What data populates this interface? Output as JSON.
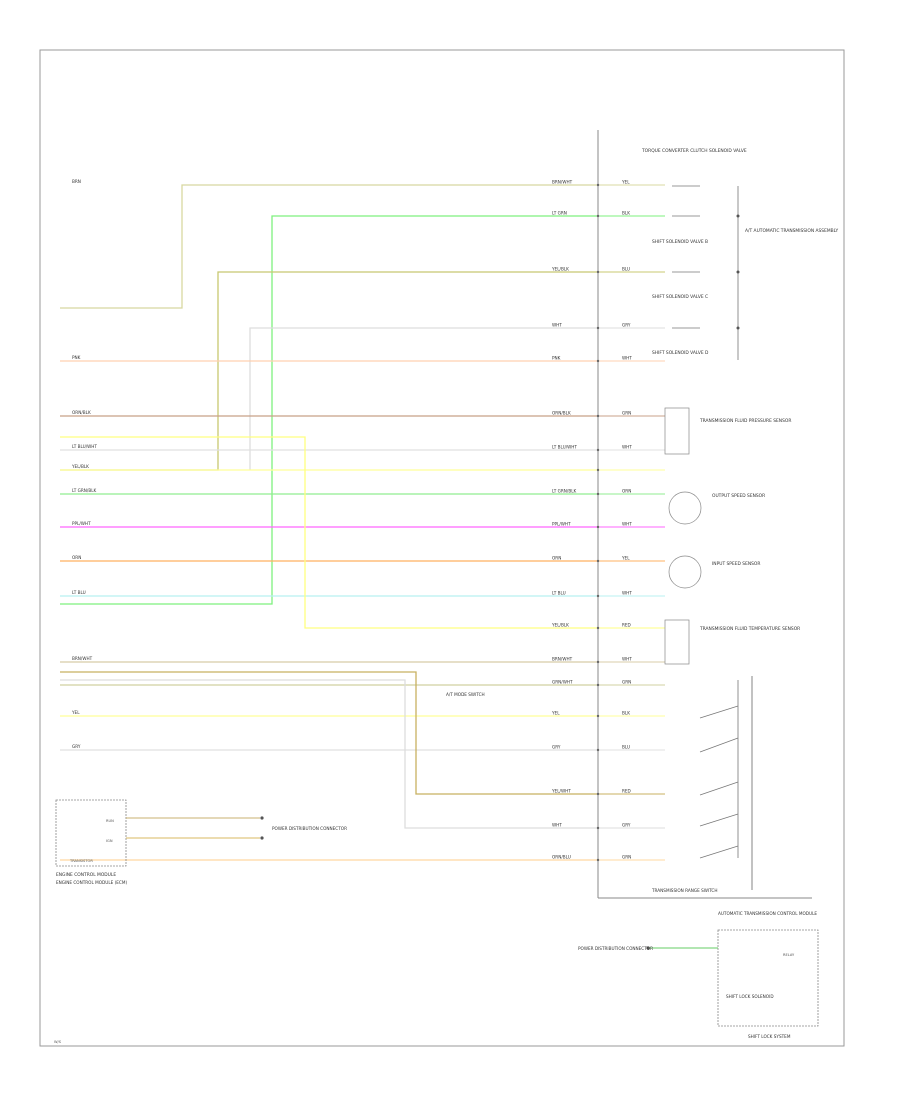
{
  "colors": {
    "frame": "#999999",
    "component": "#777777",
    "text": "#333333"
  },
  "wires": [
    {
      "color": "#d8d8a0",
      "left_label": "BRN",
      "right_label": "BRN/WHT",
      "far_label": "YEL"
    },
    {
      "color": "#7ef07e",
      "left_label": "",
      "right_label": "LT GRN",
      "far_label": "BLK"
    },
    {
      "color": "#c8c870",
      "left_label": "",
      "right_label": "YEL/BLK",
      "far_label": "BLU"
    },
    {
      "color": "#dddddd",
      "left_label": "",
      "right_label": "WHT",
      "far_label": "GRY"
    },
    {
      "color": "#ffd0b0",
      "left_label": "PNK",
      "right_label": "PNK",
      "far_label": "WHT"
    },
    {
      "color": "#c8a088",
      "left_label": "ORN/BLK",
      "right_label": "ORN/BLK",
      "far_label": "GRN"
    },
    {
      "color": "#e0e0e0",
      "left_label": "LT BLU/WHT",
      "right_label": "LT BLU/WHT",
      "far_label": "WHT"
    },
    {
      "color": "#ffff99",
      "left_label": "YEL/BLK",
      "right_label": "",
      "far_label": ""
    },
    {
      "color": "#90ee90",
      "left_label": "LT GRN/BLK",
      "right_label": "LT GRN/BLK",
      "far_label": "ORN"
    },
    {
      "color": "#ff66ff",
      "left_label": "PPL/WHT",
      "right_label": "PPL/WHT",
      "far_label": "WHT"
    },
    {
      "color": "#ffb060",
      "left_label": "ORN",
      "right_label": "ORN",
      "far_label": "YEL"
    },
    {
      "color": "#b8f0f0",
      "left_label": "LT BLU",
      "right_label": "LT BLU",
      "far_label": "WHT"
    },
    {
      "color": "#ffff80",
      "left_label": "",
      "right_label": "YEL/BLK",
      "far_label": "RED"
    },
    {
      "color": "#d8cca8",
      "left_label": "BRN/WHT",
      "right_label": "BRN/WHT",
      "far_label": "WHT"
    },
    {
      "color": "#d0d0a0",
      "left_label": "",
      "right_label": "GRN/WHT",
      "far_label": "GRN"
    },
    {
      "color": "#ffff99",
      "left_label": "YEL",
      "right_label": "YEL",
      "far_label": "BLK"
    },
    {
      "color": "#e0e0e0",
      "left_label": "GRY",
      "right_label": "GRY",
      "far_label": "BLU"
    },
    {
      "color": "#c8b060",
      "left_label": "",
      "right_label": "YEL/WHT",
      "far_label": "RED"
    },
    {
      "color": "#dddddd",
      "left_label": "",
      "right_label": "WHT",
      "far_label": "GRY"
    },
    {
      "color": "#ffd8a0",
      "left_label": "",
      "right_label": "ORN/BLU",
      "far_label": "GRN"
    }
  ],
  "components": {
    "torque_converter_title": "TORQUE CONVERTER CLUTCH SOLENOID VALVE",
    "shift_solenoid_b": "SHIFT SOLENOID VALVE B",
    "shift_solenoid_c": "SHIFT SOLENOID VALVE C",
    "shift_solenoid_d": "SHIFT SOLENOID VALVE D",
    "transmission_assembly": "A/T AUTOMATIC TRANSMISSION ASSEMBLY",
    "pressure_sensor": "TRANSMISSION FLUID PRESSURE SENSOR",
    "output_speed_sensor": "OUTPUT SPEED SENSOR",
    "input_speed_sensor": "INPUT SPEED SENSOR",
    "temp_sensor": "TRANSMISSION FLUID TEMPERATURE SENSOR",
    "mode_switch_note": "A/T MODE SWITCH",
    "range_switch": "TRANSMISSION RANGE SWITCH",
    "ecm": "ENGINE CONTROL MODULE",
    "ecm_pins": [
      "RUN",
      "IGN",
      "TRANSISTOR"
    ],
    "ecm_sub": [
      "ENGINE CONTROL MODULE (ECM)"
    ],
    "power_distribution": "POWER DISTRIBUTION CONNECTOR",
    "bottom_module": "AUTOMATIC TRANSMISSION CONTROL MODULE",
    "bottom_module_sub": "RELAY",
    "bottom_inner": "SHIFT LOCK SOLENOID",
    "bottom_corner": "SHIFT LOCK SYSTEM",
    "range_switch_caption": "TRANSMISSION RANGE SWITCH",
    "page_ref": "W/S"
  }
}
